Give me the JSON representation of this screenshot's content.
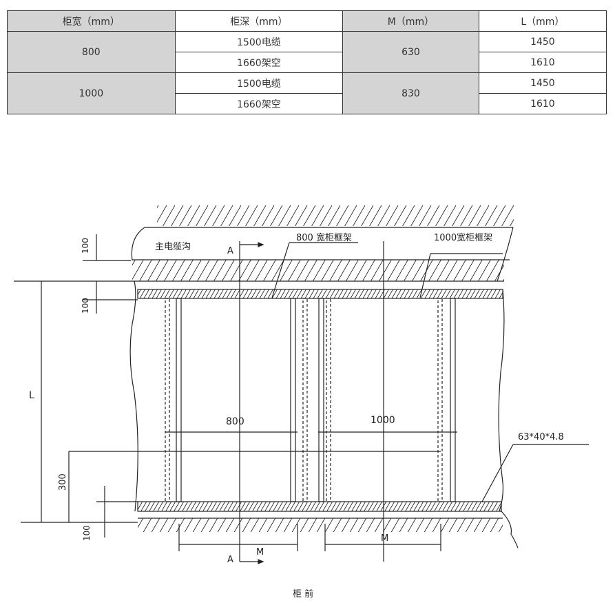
{
  "table": {
    "headers": [
      "柜宽（mm）",
      "柜深（mm）",
      "M（mm）",
      "L（mm）"
    ],
    "groups": [
      {
        "width": "800",
        "m": "630",
        "rows": [
          {
            "depth": "1500电缆",
            "l": "1450"
          },
          {
            "depth": "1660架空",
            "l": "1610"
          }
        ]
      },
      {
        "width": "1000",
        "m": "830",
        "rows": [
          {
            "depth": "1500电缆",
            "l": "1450"
          },
          {
            "depth": "1660架空",
            "l": "1610"
          }
        ]
      }
    ]
  },
  "diagram": {
    "trench_label": "主电缆沟",
    "frame_800_label": "800 宽柜框架",
    "frame_1000_label": "1000宽柜框架",
    "section_label": "A",
    "dim_800": "800",
    "dim_1000": "1000",
    "dim_L": "L",
    "dim_300": "300",
    "dim_100": "100",
    "dim_M": "M",
    "steel_label": "63*40*4.8",
    "front_label": "柜 前"
  }
}
